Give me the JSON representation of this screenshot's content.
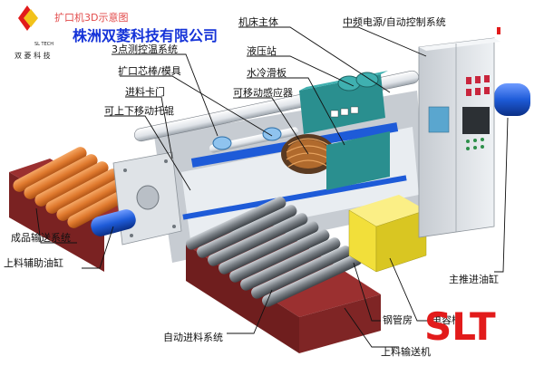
{
  "header": {
    "top_title": "扩口机3D示意图",
    "company": "株洲双菱科技有限公司",
    "logo_text": "SL TECH",
    "logo_caption": "双 菱 科 技",
    "brand_mark": "SLT"
  },
  "labels": {
    "machine_body": "机床主体",
    "power_control": "中频电源/自动控制系统",
    "temp_system": "3点测控温系统",
    "hydraulic": "液压站",
    "mandrel": "扩口芯棒/模具",
    "cooling_slide": "水冷滑板",
    "feed_clamp": "进料卡门",
    "movable_inductor": "可移动感应器",
    "roller": "可上下移动托辊",
    "finished_conveyor": "成品输送系统",
    "aux_cylinder": "上料辅助油缸",
    "main_cylinder": "主推进油缸",
    "auto_feed": "自动进料系统",
    "tube_rack": "钢管房",
    "capacitor": "电容柜",
    "feed_conveyor": "上料输送机"
  },
  "colors": {
    "finished_tubes": "#e07a2e",
    "raw_tubes": "#8a8f95",
    "base_red": "#8b2a2a",
    "machine_blue": "#1e5bd8",
    "hydraulic_teal": "#2a8f8f",
    "capacitor_yellow": "#f2df3a",
    "cabinet_gray": "#d9dde2",
    "brand_red": "#e21b1b",
    "company_blue": "#1533d8"
  }
}
